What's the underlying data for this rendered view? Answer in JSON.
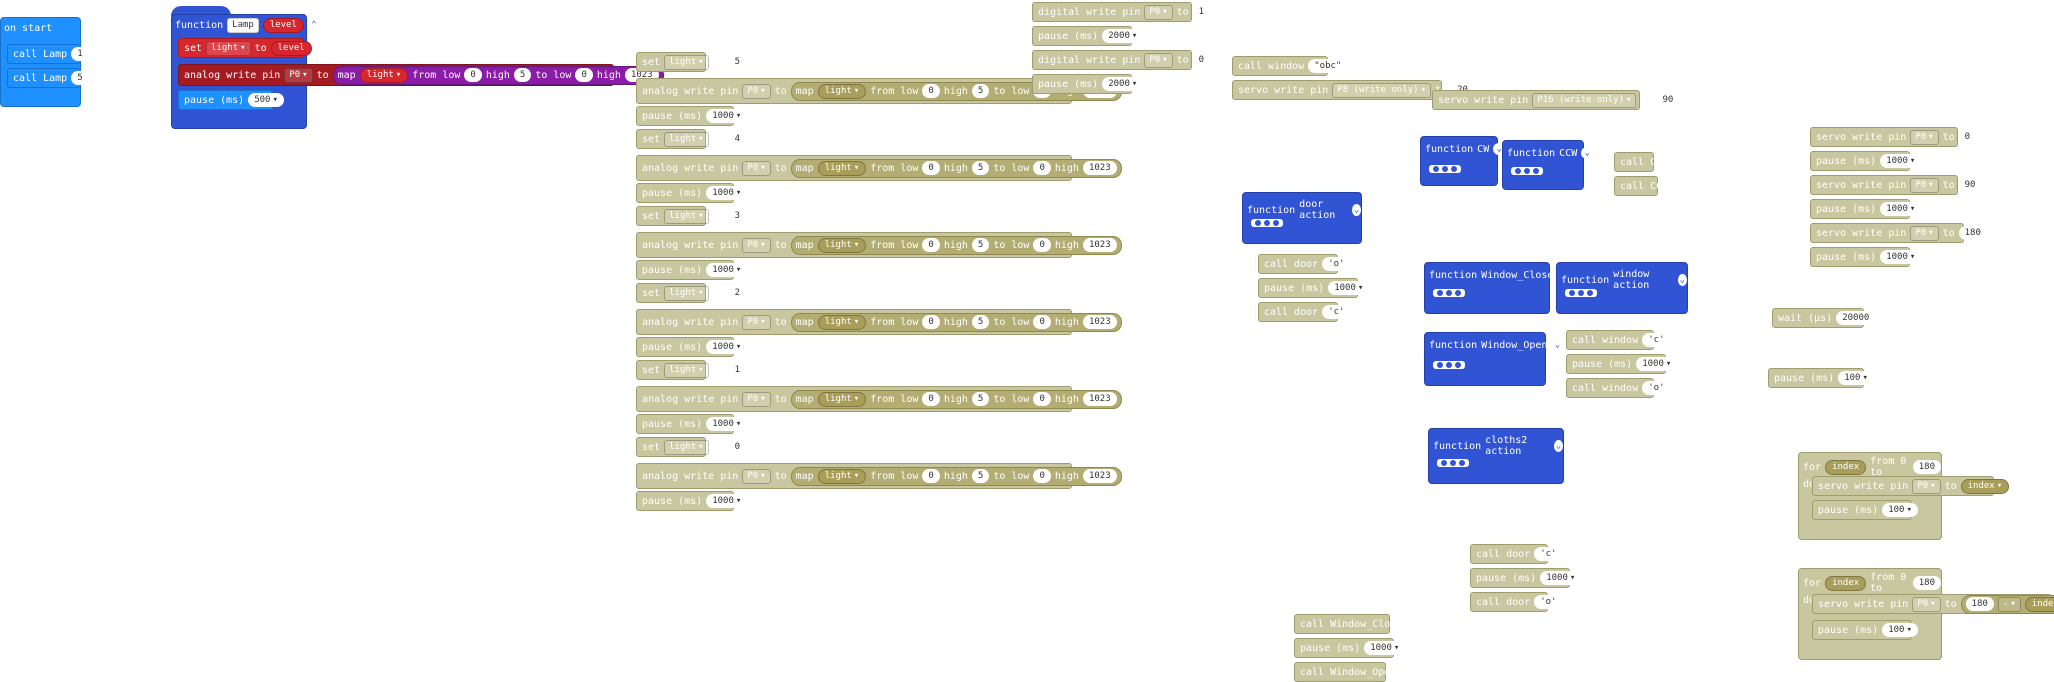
{
  "on_start": {
    "label": "on start",
    "calls": [
      {
        "label": "call Lamp",
        "arg": "1"
      },
      {
        "label": "call Lamp",
        "arg": "5"
      }
    ]
  },
  "lamp_fn": {
    "kw": "function",
    "name": "Lamp",
    "param": "level",
    "set_kw": "set",
    "set_var": "light",
    "set_to": "to",
    "set_val": "level",
    "aw_label": "analog write pin",
    "pin": "P0",
    "to": "to",
    "map": "map",
    "map_var": "light",
    "from_low": "from low",
    "v0": "0",
    "high": "high",
    "v5": "5",
    "to_low": "to low",
    "v0b": "0",
    "high2": "high",
    "v1023": "1023",
    "pause_label": "pause (ms)",
    "pause_val": "500"
  },
  "light_seq": {
    "set": "set",
    "var": "light",
    "to": "to",
    "aw": "analog write pin",
    "pin": "P0",
    "map": "map",
    "from_low": "from low",
    "high": "high",
    "to_low": "to low",
    "lo": "0",
    "hi": "5",
    "lo2": "0",
    "hi2": "1023",
    "pause": "pause (ms)",
    "pause_val": "1000",
    "values": [
      "5",
      "4",
      "3",
      "2",
      "1",
      "0"
    ]
  },
  "dw_group": {
    "dw": "digital write pin",
    "pin": "P0",
    "to": "to",
    "v1": "1",
    "v0": "0",
    "pause": "pause (ms)",
    "pv": "2000"
  },
  "servo_group": {
    "call_window": "call window",
    "arg": "\"obc\"",
    "servo": "servo write pin",
    "pin1": "P8 (write only)",
    "to": "to",
    "v1": "20",
    "pin2": "P16 (write only)",
    "v2": "90"
  },
  "fn_cw": {
    "kw": "function",
    "name": "CW"
  },
  "fn_ccw": {
    "kw": "function",
    "name": "CCW"
  },
  "calls_cw": [
    "call CW",
    "call CCW"
  ],
  "fn_door": {
    "kw": "function",
    "name": "door action"
  },
  "door_calls": {
    "call": "call door",
    "a1": "'o'",
    "pause": "pause (ms)",
    "pv": "1000",
    "a2": "'c'"
  },
  "fn_wclose": {
    "kw": "function",
    "name": "Window_Close"
  },
  "fn_waction": {
    "kw": "function",
    "name": "window action"
  },
  "fn_wopen": {
    "kw": "function",
    "name": "Window_Open"
  },
  "window_calls": {
    "call": "call window",
    "a1": "'c'",
    "pause": "pause (ms)",
    "pv": "1000",
    "a2": "'o'"
  },
  "fn_cloths": {
    "kw": "function",
    "name": "cloths2 action"
  },
  "door_calls2": {
    "call": "call door",
    "a1": "'c'",
    "pause": "pause (ms)",
    "pv": "1000",
    "a2": "'o'"
  },
  "wclose_calls": {
    "c1": "call Window_Close",
    "pause": "pause (ms)",
    "pv": "1000",
    "c2": "call Window_Open"
  },
  "servo_seq": {
    "servo": "servo write pin",
    "pin": "P0",
    "to": "to",
    "v1": "0",
    "v2": "90",
    "v3": "180",
    "pause": "pause (ms)",
    "pv": "1000"
  },
  "wait": {
    "label": "wait (µs)",
    "val": "20000"
  },
  "pause100": {
    "label": "pause (ms)",
    "val": "100"
  },
  "for1": {
    "for": "for",
    "var": "index",
    "from": "from 0 to",
    "to_val": "180",
    "do": "do",
    "servo": "servo write pin",
    "pin": "P0",
    "to": "to",
    "idx": "index",
    "pause": "pause (ms)",
    "pv": "100"
  },
  "for2": {
    "for": "for",
    "var": "index",
    "from": "from 0 to",
    "to_val": "180",
    "do": "do",
    "servo": "servo write pin",
    "pin": "P0",
    "to": "to",
    "v": "180",
    "op": "-",
    "idx": "index",
    "pause": "pause (ms)",
    "pv": "100"
  }
}
